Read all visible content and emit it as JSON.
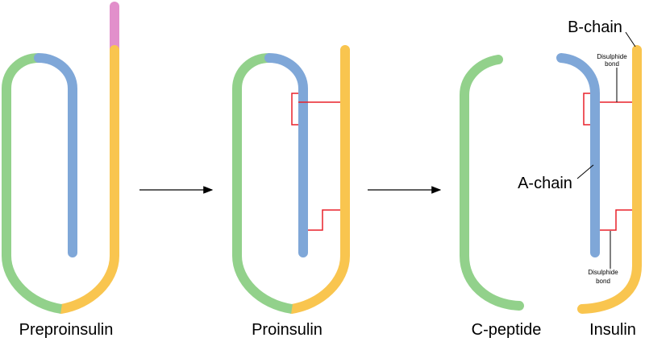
{
  "stages": [
    {
      "label": "Preproinsulin"
    },
    {
      "label": "Proinsulin"
    },
    {
      "label": "C-peptide"
    },
    {
      "label": "Insulin"
    }
  ],
  "annotations": {
    "b_chain": "B-chain",
    "a_chain": "A-chain",
    "disulphide_top": [
      "Disulphide",
      "bond"
    ],
    "disulphide_bottom": [
      "Disulphide",
      "bond"
    ]
  },
  "colors": {
    "b_chain": "#f9c54f",
    "a_chain": "#7fa7d8",
    "c_peptide": "#92d18b",
    "signal_peptide": "#e28fcb",
    "disulphide_bond": "#e8202a",
    "arrow": "#000000"
  }
}
